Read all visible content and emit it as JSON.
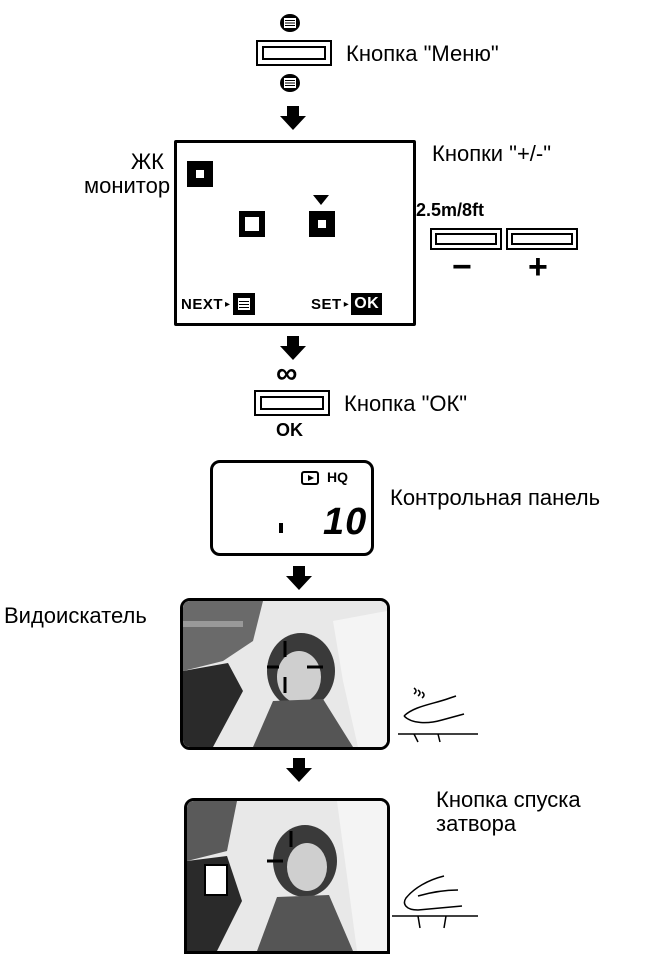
{
  "labels": {
    "menu_button": "Кнопка \"Меню\"",
    "lcd_monitor_line1": "ЖК",
    "lcd_monitor_line2": "монитор",
    "plus_minus_buttons": "Кнопки \"+/-\"",
    "ok_button": "Кнопка \"ОК\"",
    "control_panel": "Контрольная панель",
    "viewfinder": "Видоискатель",
    "shutter_button_line1": "Кнопка спуска",
    "shutter_button_line2": "затвора"
  },
  "lcd_screen": {
    "next_label": "NEXT",
    "set_label": "SET",
    "ok_badge": "OK"
  },
  "distance_readout": "2.5m/8ft",
  "minus_sign": "−",
  "plus_sign": "+",
  "ok_caption": "OK",
  "infinity_symbol": "∞",
  "control_panel_display": {
    "quality": "HQ",
    "frame_count": "10"
  },
  "icons": {
    "menu": "menu-icon",
    "down_arrow": "down-arrow-icon",
    "infinity": "infinity-icon",
    "play": "play-icon",
    "hand": "finger-press-icon"
  }
}
